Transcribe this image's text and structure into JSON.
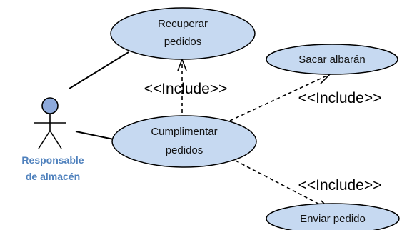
{
  "actor": {
    "line1": "Responsable",
    "line2": "de almacén"
  },
  "use_cases": {
    "recuperar": {
      "line1": "Recuperar",
      "line2": "pedidos"
    },
    "cumplimentar": {
      "line1": "Cumplimentar",
      "line2": "pedidos"
    },
    "albaran": {
      "line1": "Sacar albarán"
    },
    "enviar": {
      "line1": "Enviar pedido"
    }
  },
  "include_label": "<<Include>>",
  "colors": {
    "ellipse_fill": "#c6d9f1",
    "ellipse_stroke": "#000000",
    "actor_head": "#8eaadb",
    "actor_label": "#4f81bd"
  }
}
